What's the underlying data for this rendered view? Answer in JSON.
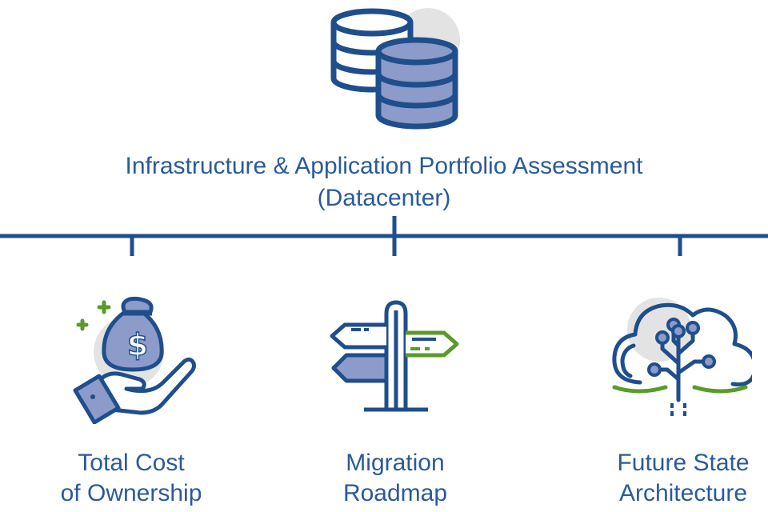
{
  "top": {
    "icon": "database-icon",
    "title_line1": "Infrastructure & Application Portfolio Assessment",
    "title_line2": "(Datacenter)"
  },
  "branches": [
    {
      "icon": "money-bag-hand-icon",
      "line1": "Total Cost",
      "line2": "of Ownership"
    },
    {
      "icon": "signpost-icon",
      "line1": "Migration",
      "line2": "Roadmap"
    },
    {
      "icon": "cloud-tree-circuit-icon",
      "line1": "Future State",
      "line2": "Architecture"
    }
  ],
  "colors": {
    "primary": "#1f4e8c",
    "fill": "#8c9bc9",
    "accent_green": "#5a9a2a",
    "shadow_gray": "#e3e3e3"
  }
}
